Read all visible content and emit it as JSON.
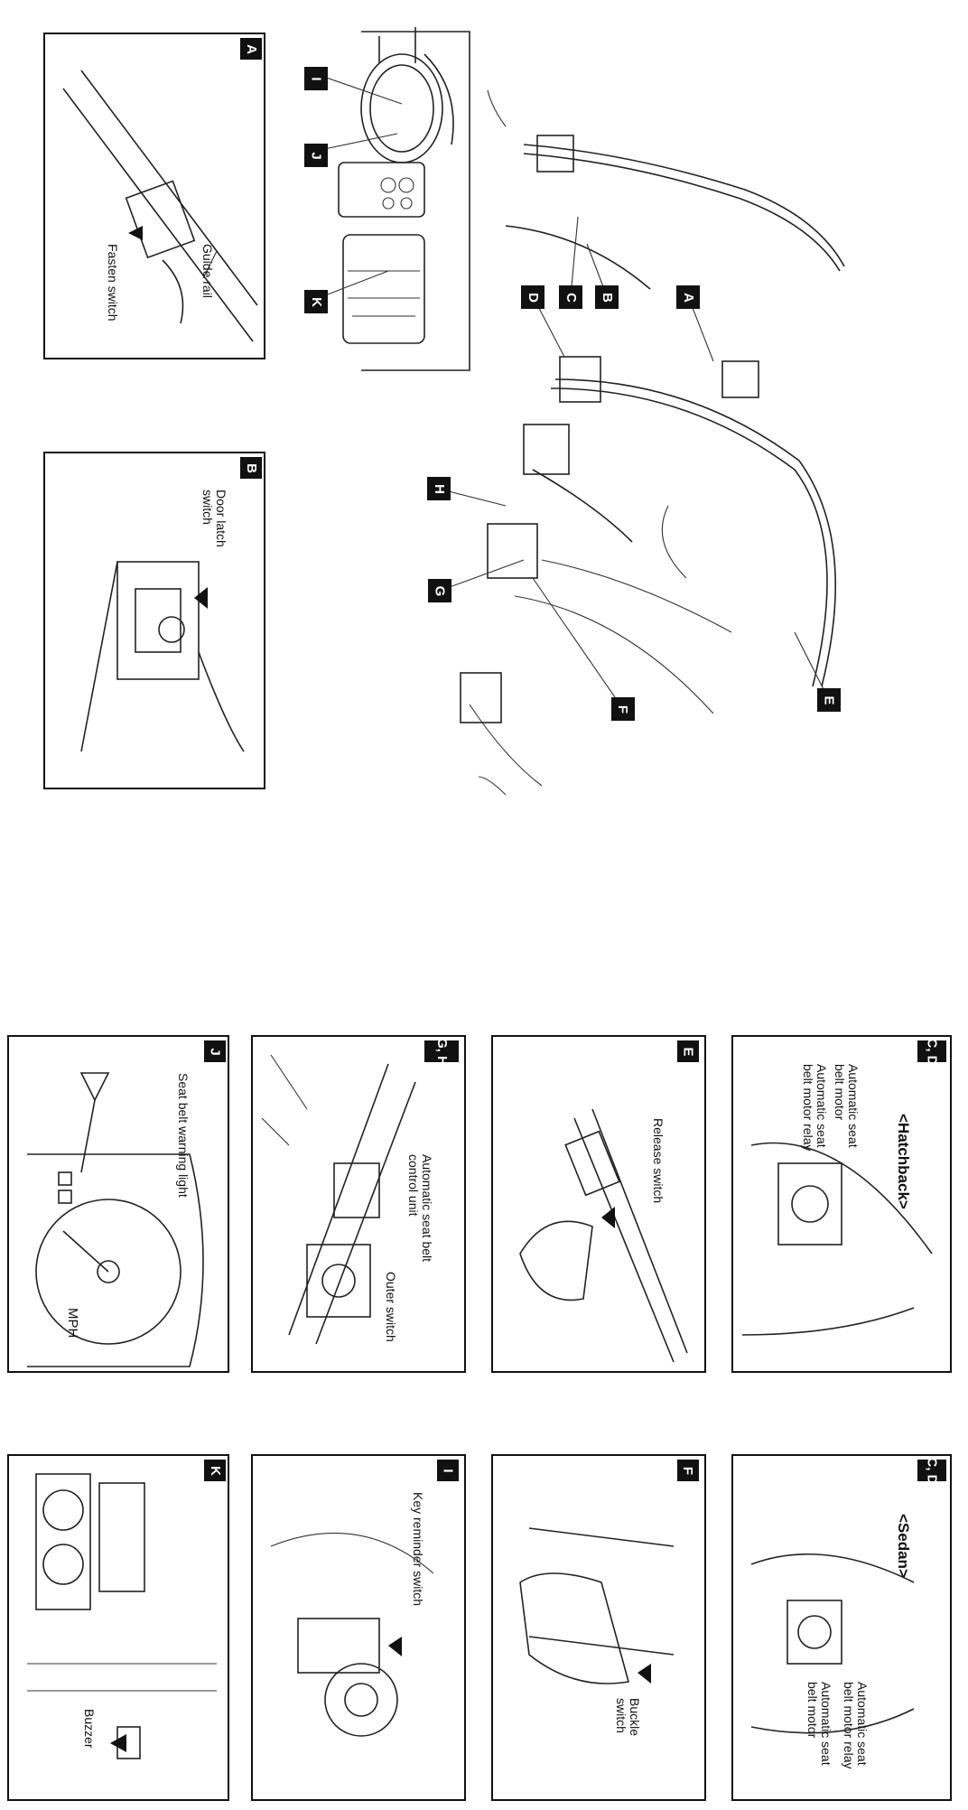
{
  "main_diagram": {
    "callouts": [
      "I",
      "J",
      "K",
      "D",
      "C",
      "B",
      "A",
      "H",
      "G",
      "F",
      "E"
    ]
  },
  "panels": {
    "A": {
      "tag": "A",
      "labels": {
        "guide_rail": "Guide rail",
        "fasten_switch": "Fasten switch"
      }
    },
    "B": {
      "tag": "B",
      "labels": {
        "door_latch_switch": "Door latch\nswitch"
      }
    },
    "J": {
      "tag": "J",
      "labels": {
        "warning_light": "Seat belt warning light"
      }
    },
    "GH": {
      "tag": "G, H",
      "labels": {
        "control_unit": "Automatic seat belt\ncontrol unit",
        "outer_switch": "Outer switch"
      }
    },
    "E": {
      "tag": "E",
      "labels": {
        "release_switch": "Release switch"
      }
    },
    "CD_hatch": {
      "tag": "C, D",
      "title": "<Hatchback>",
      "labels": {
        "motor": "Automatic seat\nbelt motor",
        "relay": "Automatic seat\nbelt motor relay"
      }
    },
    "K": {
      "tag": "K",
      "labels": {
        "buzzer": "Buzzer"
      }
    },
    "I": {
      "tag": "I",
      "labels": {
        "key_reminder": "Key reminder switch"
      }
    },
    "F": {
      "tag": "F",
      "labels": {
        "buckle_switch": "Buckle\nswitch"
      }
    },
    "CD_sedan": {
      "tag": "C, D",
      "title": "<Sedan>",
      "labels": {
        "relay": "Automatic seat\nbelt motor relay",
        "motor": "Automatic seat\nbelt motor"
      }
    }
  },
  "speedometer": {
    "unit": "MPH"
  }
}
